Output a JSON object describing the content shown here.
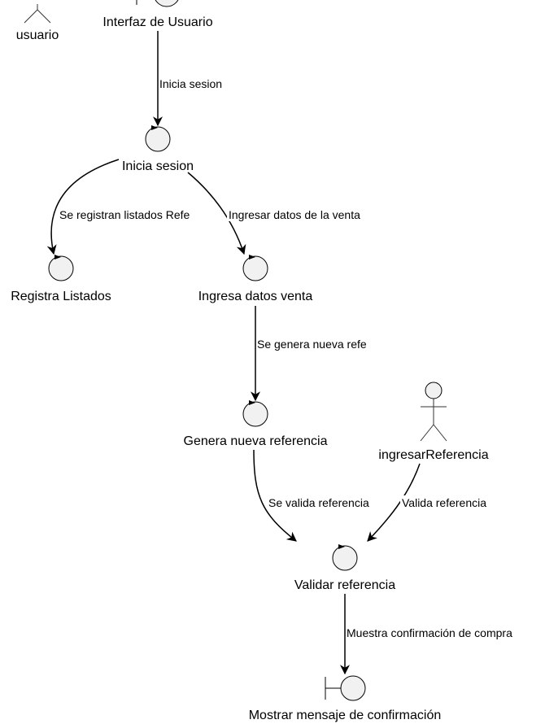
{
  "diagram": {
    "nodes": {
      "usuario": {
        "label": "usuario",
        "kind": "actor"
      },
      "interfaz": {
        "label": "Interfaz de Usuario",
        "kind": "boundary"
      },
      "inicia_sesion": {
        "label": "Inicia sesion",
        "kind": "control"
      },
      "registra_listados": {
        "label": "Registra Listados",
        "kind": "control"
      },
      "ingresa_datos": {
        "label": "Ingresa datos venta",
        "kind": "control"
      },
      "genera_referencia": {
        "label": "Genera nueva referencia",
        "kind": "control"
      },
      "ingresar_referencia": {
        "label": "ingresarReferencia",
        "kind": "actor"
      },
      "validar_referencia": {
        "label": "Validar referencia",
        "kind": "control"
      },
      "mostrar_mensaje": {
        "label": "Mostrar mensaje de confirmación",
        "kind": "boundary"
      }
    },
    "edges": {
      "e1": {
        "label": "Inicia sesion",
        "from": "interfaz",
        "to": "inicia_sesion"
      },
      "e2": {
        "label": "Se registran listados Refe",
        "from": "inicia_sesion",
        "to": "registra_listados"
      },
      "e3": {
        "label": "Ingresar datos de la venta",
        "from": "inicia_sesion",
        "to": "ingresa_datos"
      },
      "e4": {
        "label": "Se genera nueva refe",
        "from": "ingresa_datos",
        "to": "genera_referencia"
      },
      "e5": {
        "label": "Se valida referencia",
        "from": "genera_referencia",
        "to": "validar_referencia"
      },
      "e6": {
        "label": "Valida referencia",
        "from": "ingresar_referencia",
        "to": "validar_referencia"
      },
      "e7": {
        "label": "Muestra confirmación de compra",
        "from": "validar_referencia",
        "to": "mostrar_mensaje"
      }
    }
  }
}
